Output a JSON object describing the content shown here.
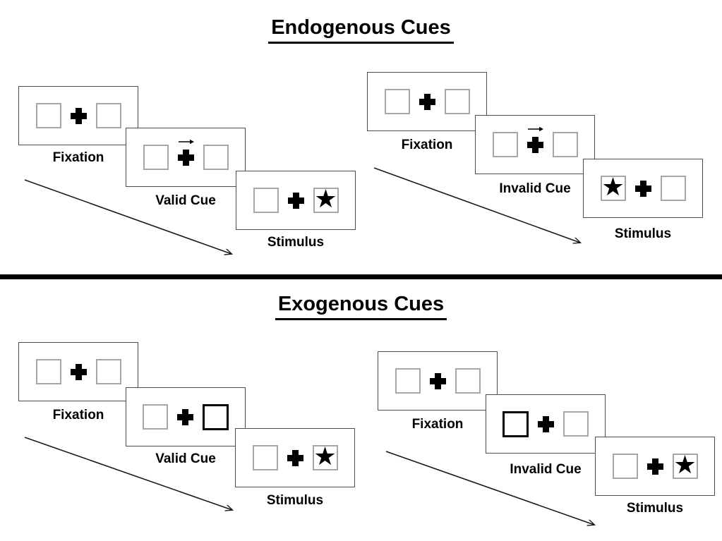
{
  "diagram": {
    "endogenous": {
      "title": "Endogenous Cues",
      "valid": {
        "fixation": "Fixation",
        "cue": "Valid Cue",
        "stimulus": "Stimulus"
      },
      "invalid": {
        "fixation": "Fixation",
        "cue": "Invalid Cue",
        "stimulus": "Stimulus"
      }
    },
    "exogenous": {
      "title": "Exogenous Cues",
      "valid": {
        "fixation": "Fixation",
        "cue": "Valid Cue",
        "stimulus": "Stimulus"
      },
      "invalid": {
        "fixation": "Fixation",
        "cue": "Invalid Cue",
        "stimulus": "Stimulus"
      }
    },
    "icons": {
      "star": "★"
    },
    "colors": {
      "background": "#ffffff",
      "panel_border": "#4d4d4d",
      "box_border": "#a6a6a6",
      "bold_cue_border": "#000000",
      "ink": "#000000"
    }
  }
}
